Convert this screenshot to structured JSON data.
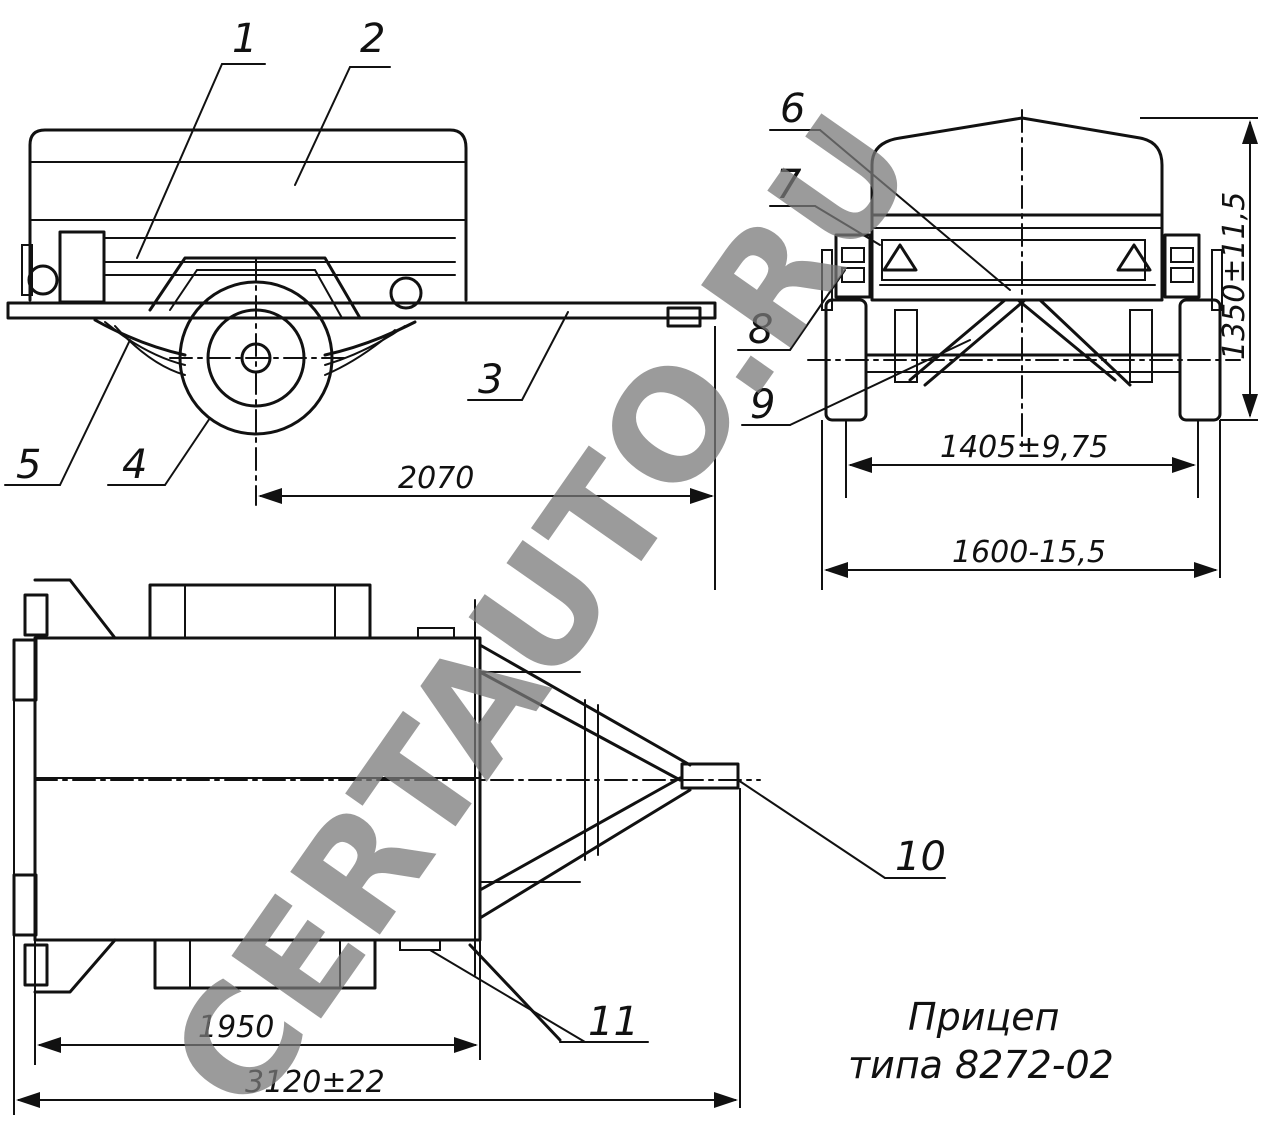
{
  "callouts": [
    "1",
    "2",
    "3",
    "4",
    "5",
    "6",
    "7",
    "8",
    "9",
    "10",
    "11"
  ],
  "dimensions": {
    "wheel_to_hitch": "2070",
    "track_width": "1405±9,75",
    "overall_width": "1600-15,5",
    "overall_height": "1350±11,5",
    "body_length": "1950",
    "overall_length": "3120±22"
  },
  "caption": {
    "line1": "Прицеп",
    "line2": "типа 8272-02"
  },
  "watermark": "CERTAUTO.RU"
}
